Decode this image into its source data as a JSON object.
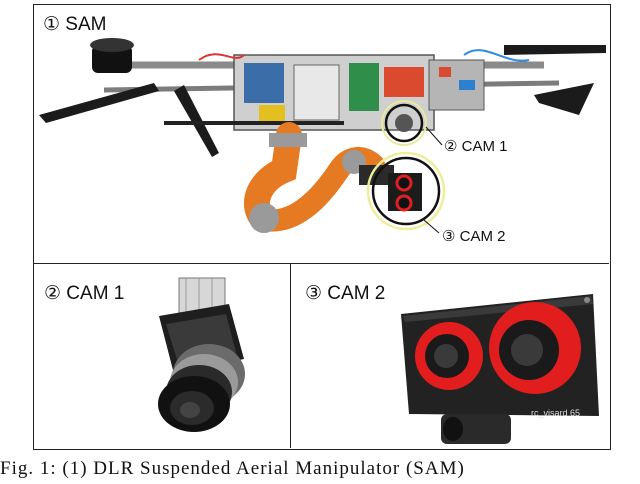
{
  "panels": {
    "top_label": "① SAM",
    "cam1_callout": "② CAM 1",
    "cam2_callout": "③ CAM 2",
    "bottom_left_label": "② CAM 1",
    "bottom_right_label": "③ CAM 2",
    "device_brand": "rc_visard 65"
  },
  "caption": "Fig. 1: (1) DLR Suspended Aerial Manipulator (SAM)"
}
